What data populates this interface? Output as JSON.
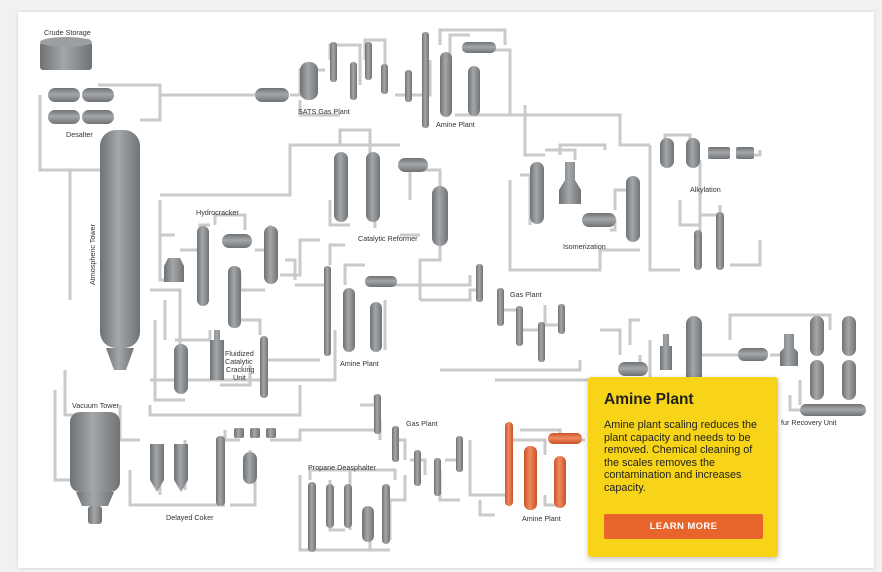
{
  "diagram": {
    "units": {
      "crude_storage": "Crude Storage",
      "desalter": "Desalter",
      "atmospheric_tower": "Atmospheric Tower",
      "sats_gas_plant": "SATS Gas Plant",
      "amine_plant_top": "Amine Plant",
      "hydrocracker": "Hydrocracker",
      "catalytic_reformer": "Catalytic Reformer",
      "isomerization": "Isomerization",
      "alkylation": "Alkylation",
      "gas_plant_mid": "Gas Plant",
      "amine_plant_mid": "Amine Plant",
      "fcc_line1": "Fluidized",
      "fcc_line2": "Catalytic",
      "fcc_line3": "Cracking",
      "fcc_line4": "Unit",
      "vacuum_tower": "Vacuum Tower",
      "gas_plant_low": "Gas Plant",
      "propane_deasphalter": "Propane Deasphalter",
      "delayed_coker": "Delayed Coker",
      "amine_plant_low": "Amine Plant",
      "sulfur_recovery": "fur Recovery Unit"
    },
    "colors": {
      "equipment": "#8a8d90",
      "pipe": "#c8c8c8",
      "highlight": "#e0693a"
    }
  },
  "popup": {
    "title": "Amine Plant",
    "body": "Amine plant scaling reduces the plant capacity and needs to be removed. Chemical cleaning of the scales removes the contamination and increases capacity.",
    "button_label": "LEARN MORE",
    "background": "#f7d417",
    "button_color": "#e8642a"
  }
}
